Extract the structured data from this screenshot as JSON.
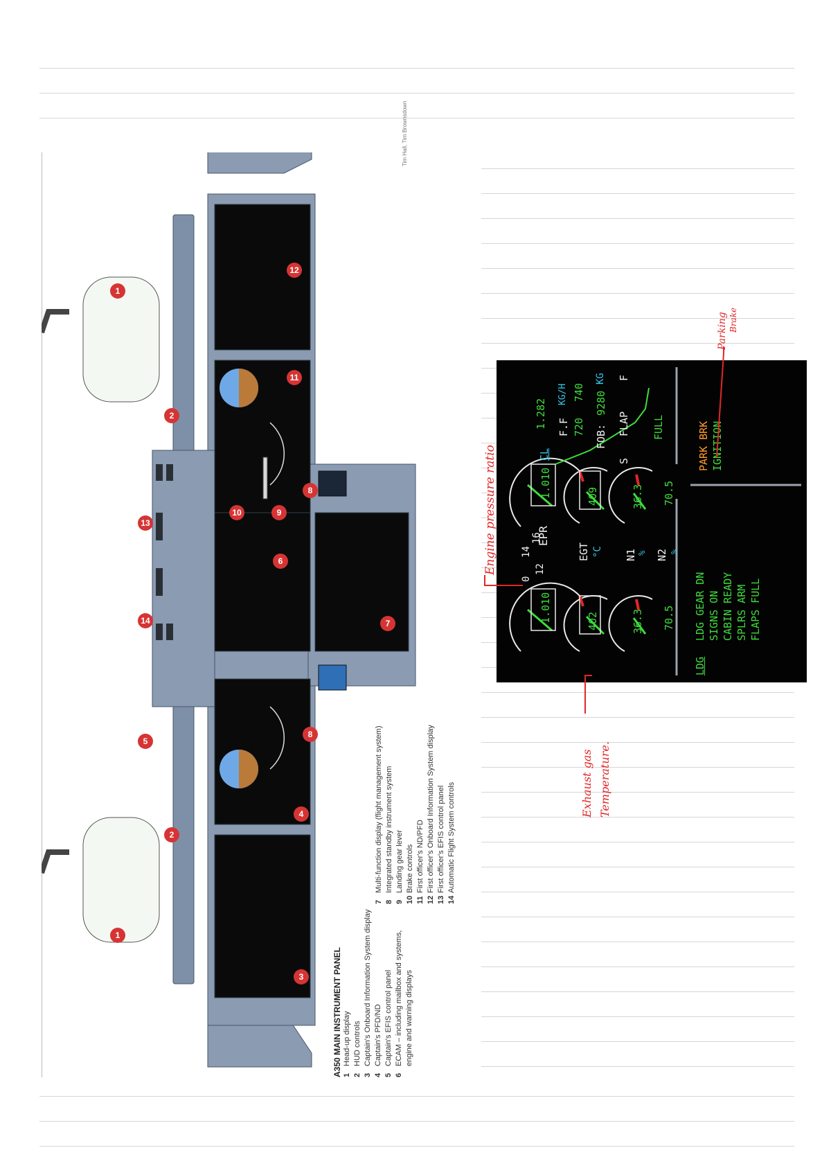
{
  "panel": {
    "title": "A350 MAIN INSTRUMENT PANEL",
    "legend_left": [
      {
        "num": "1",
        "text": "Head-up display"
      },
      {
        "num": "2",
        "text": "HUD controls"
      },
      {
        "num": "3",
        "text": "Captain's Onboard Information System display"
      },
      {
        "num": "4",
        "text": "Captain's PFD/ND"
      },
      {
        "num": "5",
        "text": "Captain's EFIS control panel"
      },
      {
        "num": "6",
        "text": "ECAM – including mailbox and systems,"
      },
      {
        "num": "",
        "text": "engine and warning displays"
      }
    ],
    "legend_right": [
      {
        "num": "7",
        "text": "Multi-function display (flight management system)"
      },
      {
        "num": "8",
        "text": "Integrated standby instrument system"
      },
      {
        "num": "9",
        "text": "Landing gear lever"
      },
      {
        "num": "10",
        "text": "Brake controls"
      },
      {
        "num": "11",
        "text": "First officer's ND/PFD"
      },
      {
        "num": "12",
        "text": "First officer's Onboard Information System display"
      },
      {
        "num": "13",
        "text": "First officer's EFIS control panel"
      },
      {
        "num": "14",
        "text": "Automatic Flight System controls"
      }
    ],
    "credit": "Tim Hall, Tim Brownsdown"
  },
  "ecam": {
    "epr_label": "EPR",
    "epr_left": "1.010",
    "epr_right": "1.010",
    "epr_ticks": [
      "0",
      "12",
      "14",
      "16"
    ],
    "egt_label": "EGT",
    "egt_unit": "°C",
    "egt_left": "402",
    "egt_right": "409",
    "n1_label": "N1",
    "n1_unit": "%",
    "n1_left": "36.3",
    "n1_right": "36.3",
    "n2_label": "N2",
    "n2_unit": "%",
    "n2_left": "70.5",
    "n2_right": "70.5",
    "cl": "CL",
    "epr_limit": "1.282",
    "ff_label": "F.F",
    "ff_unit": "KG/H",
    "ff_left": "720",
    "ff_right": "740",
    "fob_label": "FOB:",
    "fob_value": "9280",
    "fob_unit": "KG",
    "flap_label": "FLAP",
    "flap_s": "S",
    "flap_f": "F",
    "flap_setting": "FULL",
    "memo_title": "LDG",
    "memo_items": [
      "LDG GEAR DN",
      "SIGNS ON",
      "CABIN READY",
      "SPLRS ARM",
      "FLAPS FULL"
    ],
    "park_brk": "PARK BRK",
    "ignition": "IGNITION"
  },
  "annotations": {
    "epr": "Engine pressure ratio",
    "egt_line1": "Exhaust gas",
    "egt_line2": "Temperature.",
    "park_line1": "Parking",
    "park_line2": "Brake"
  },
  "colors": {
    "panel": "#8a9bb2",
    "panel_dark": "#5d6d84",
    "screen": "#0a0a0a",
    "callout": "#d63434",
    "ecam_green": "#3fdc3c",
    "annotation_red": "#e32626"
  }
}
